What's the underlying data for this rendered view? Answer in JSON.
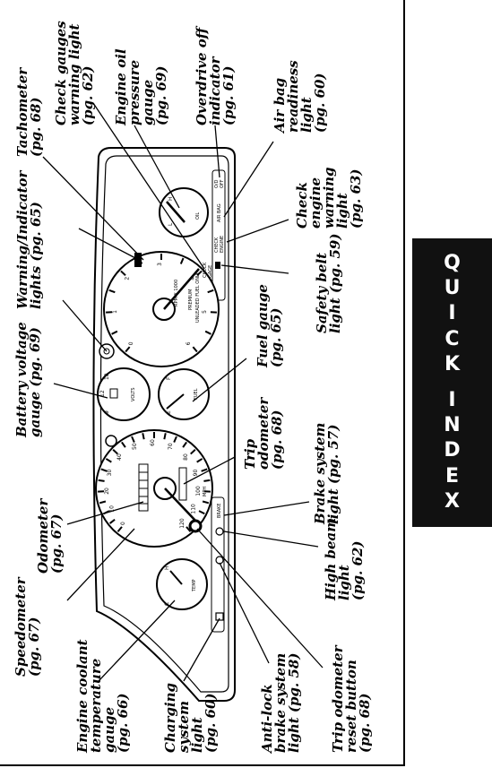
{
  "tab": {
    "title": "QUICK INDEX"
  },
  "cluster_markings": {
    "tachometer_unit": "RPM X 1000",
    "fuel_notice": [
      "PREMIUM",
      "UNLEADED FUEL ONLY"
    ],
    "check_gage": [
      "CHECK",
      "GAGE"
    ],
    "speedometer_unit": "MPH",
    "volts": "VOLTS",
    "fuel": "FUEL",
    "oil": "OIL",
    "temp": "TEMP",
    "od_off": [
      "O/D",
      "OFF"
    ],
    "air_bag": "AIR BAG",
    "check_engine": [
      "CHECK",
      "ENGINE"
    ],
    "brake": "BRAKE",
    "tach_ticks": [
      "0",
      "1",
      "2",
      "3",
      "4",
      "5",
      "6"
    ],
    "speed_ticks": [
      "0",
      "10",
      "20",
      "30",
      "40",
      "50",
      "60",
      "70",
      "80",
      "90",
      "100",
      "110",
      "120"
    ],
    "volt_scale": [
      "9",
      "12",
      "18"
    ],
    "fuel_scale": [
      "E",
      "F"
    ],
    "oil_scale": [
      "L",
      "H"
    ],
    "temp_scale": [
      "C",
      "H"
    ]
  },
  "callouts": [
    {
      "id": "tachometer",
      "lines": [
        "Tachometer",
        "(pg. 68)"
      ]
    },
    {
      "id": "check-gauges",
      "lines": [
        "Check gauges",
        "warning light",
        "(pg. 62)"
      ]
    },
    {
      "id": "engine-oil",
      "lines": [
        "Engine oil",
        "pressure",
        "gauge",
        "(pg. 69)"
      ]
    },
    {
      "id": "overdrive-off",
      "lines": [
        "Overdrive off",
        "indicator",
        "(pg. 61)"
      ]
    },
    {
      "id": "air-bag",
      "lines": [
        "Air bag",
        "readiness",
        "light",
        "(pg. 60)"
      ]
    },
    {
      "id": "warning-indicator",
      "lines": [
        "Warning/Indicator",
        "lights (pg. 65)"
      ]
    },
    {
      "id": "check-engine",
      "lines": [
        "Check",
        "engine",
        "warning",
        "light",
        "(pg. 63)"
      ]
    },
    {
      "id": "battery-voltage",
      "lines": [
        "Battery voltage",
        "gauge (pg. 69)"
      ]
    },
    {
      "id": "fuel-gauge",
      "lines": [
        "Fuel gauge",
        "(pg. 65)"
      ]
    },
    {
      "id": "safety-belt",
      "lines": [
        "Safety belt",
        "light (pg. 59)"
      ]
    },
    {
      "id": "odometer",
      "lines": [
        "Odometer",
        "(pg. 67)"
      ]
    },
    {
      "id": "trip-odometer",
      "lines": [
        "Trip",
        "odometer",
        "(pg. 68)"
      ]
    },
    {
      "id": "brake-system",
      "lines": [
        "Brake system",
        "light (pg. 57)"
      ]
    },
    {
      "id": "speedometer",
      "lines": [
        "Speedometer",
        "(pg. 67)"
      ]
    },
    {
      "id": "high-beam",
      "lines": [
        "High beam",
        "light",
        "(pg. 62)"
      ]
    },
    {
      "id": "engine-coolant",
      "lines": [
        "Engine coolant",
        "temperature",
        "gauge",
        "(pg. 66)"
      ]
    },
    {
      "id": "charging-system",
      "lines": [
        "Charging",
        "system",
        "light",
        "(pg. 60)"
      ]
    },
    {
      "id": "anti-lock",
      "lines": [
        "Anti-lock",
        "brake system",
        "light  (pg. 58)"
      ]
    },
    {
      "id": "trip-reset",
      "lines": [
        "Trip odometer",
        "reset button",
        "(pg. 68)"
      ]
    }
  ]
}
